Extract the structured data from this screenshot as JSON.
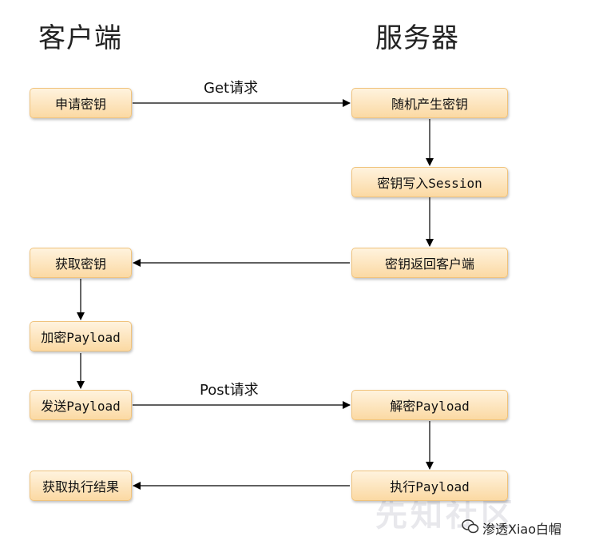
{
  "columns": {
    "client": "客户端",
    "server": "服务器"
  },
  "nodes": {
    "apply_key": "申请密钥",
    "gen_key": "随机产生密钥",
    "write_session": "密钥写入Session",
    "return_key": "密钥返回客户端",
    "get_key": "获取密钥",
    "encrypt": "加密Payload",
    "send": "发送Payload",
    "decrypt": "解密Payload",
    "execute": "执行Payload",
    "get_result": "获取执行结果"
  },
  "edge_labels": {
    "get": "Get请求",
    "post": "Post请求"
  },
  "watermark": {
    "logo": "先知社区",
    "account": "渗透Xiao白帽"
  },
  "colors": {
    "node_fill_top": "#fff3de",
    "node_fill_bottom": "#fbd9a3",
    "node_border": "#f0c37c"
  }
}
